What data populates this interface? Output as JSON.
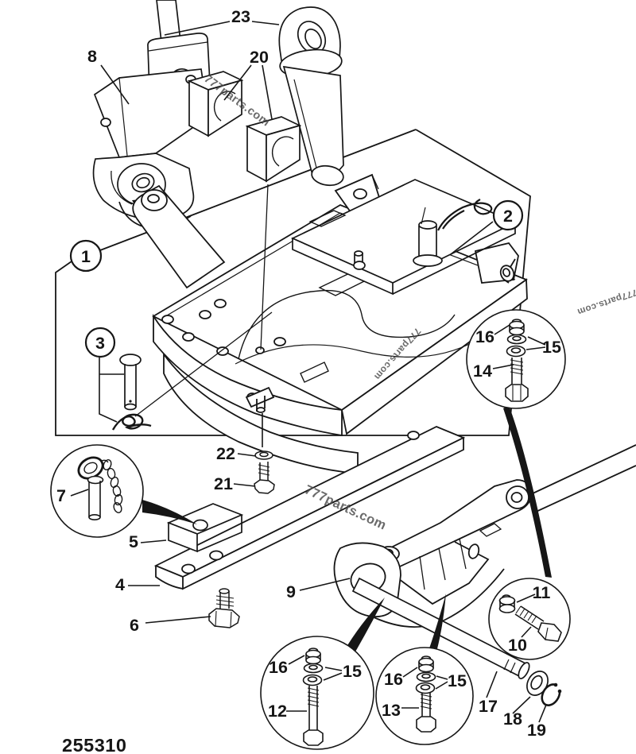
{
  "colors": {
    "ink": "#161616",
    "paper": "#ffffff",
    "watermark": "#4a4a4a"
  },
  "watermark_text": "777parts.com",
  "part_number": "255310",
  "callouts_circled": [
    {
      "label": "1"
    },
    {
      "label": "2"
    },
    {
      "label": "3"
    }
  ],
  "callouts": [
    {
      "label": "8"
    },
    {
      "label": "23"
    },
    {
      "label": "20"
    },
    {
      "label": "22"
    },
    {
      "label": "21"
    },
    {
      "label": "7"
    },
    {
      "label": "5"
    },
    {
      "label": "4"
    },
    {
      "label": "6"
    },
    {
      "label": "9"
    },
    {
      "label": "16"
    },
    {
      "label": "15"
    },
    {
      "label": "14"
    },
    {
      "label": "11"
    },
    {
      "label": "10"
    },
    {
      "label": "16"
    },
    {
      "label": "15"
    },
    {
      "label": "12"
    },
    {
      "label": "16"
    },
    {
      "label": "15"
    },
    {
      "label": "13"
    },
    {
      "label": "17"
    },
    {
      "label": "18"
    },
    {
      "label": "19"
    }
  ]
}
